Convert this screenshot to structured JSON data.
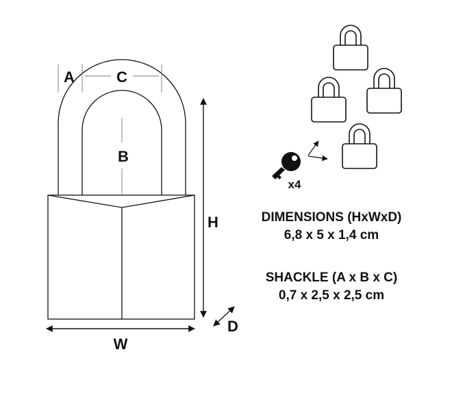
{
  "labels": {
    "a": "A",
    "b": "B",
    "c": "C",
    "h": "H",
    "w": "W",
    "d": "D",
    "key_count": "x4"
  },
  "specs": {
    "dimensions_title": "DIMENSIONS (HxWxD)",
    "dimensions_value": "6,8 x 5 x 1,4 cm",
    "shackle_title": "SHACKLE (A x B x C)",
    "shackle_value": "0,7 x 2,5 x 2,5 cm"
  },
  "icons": {
    "small_padlocks": [
      "padlock-icon",
      "padlock-icon",
      "padlock-icon",
      "padlock-icon"
    ],
    "key": "key-icon"
  },
  "colors": {
    "line": "#111111",
    "background": "#ffffff"
  }
}
